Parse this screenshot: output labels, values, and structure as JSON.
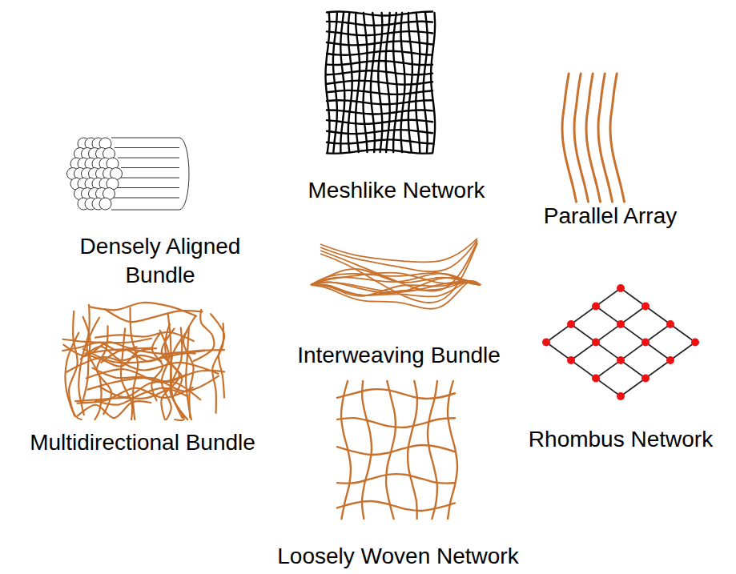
{
  "diagram": {
    "labels": [
      "Meshlike Network",
      "Parallel Array",
      "Densely Aligned Bundle",
      "Interweaving Bundle",
      "Multidirectional Bundle",
      "Rhombus Network",
      "Loosely Woven Network"
    ]
  }
}
